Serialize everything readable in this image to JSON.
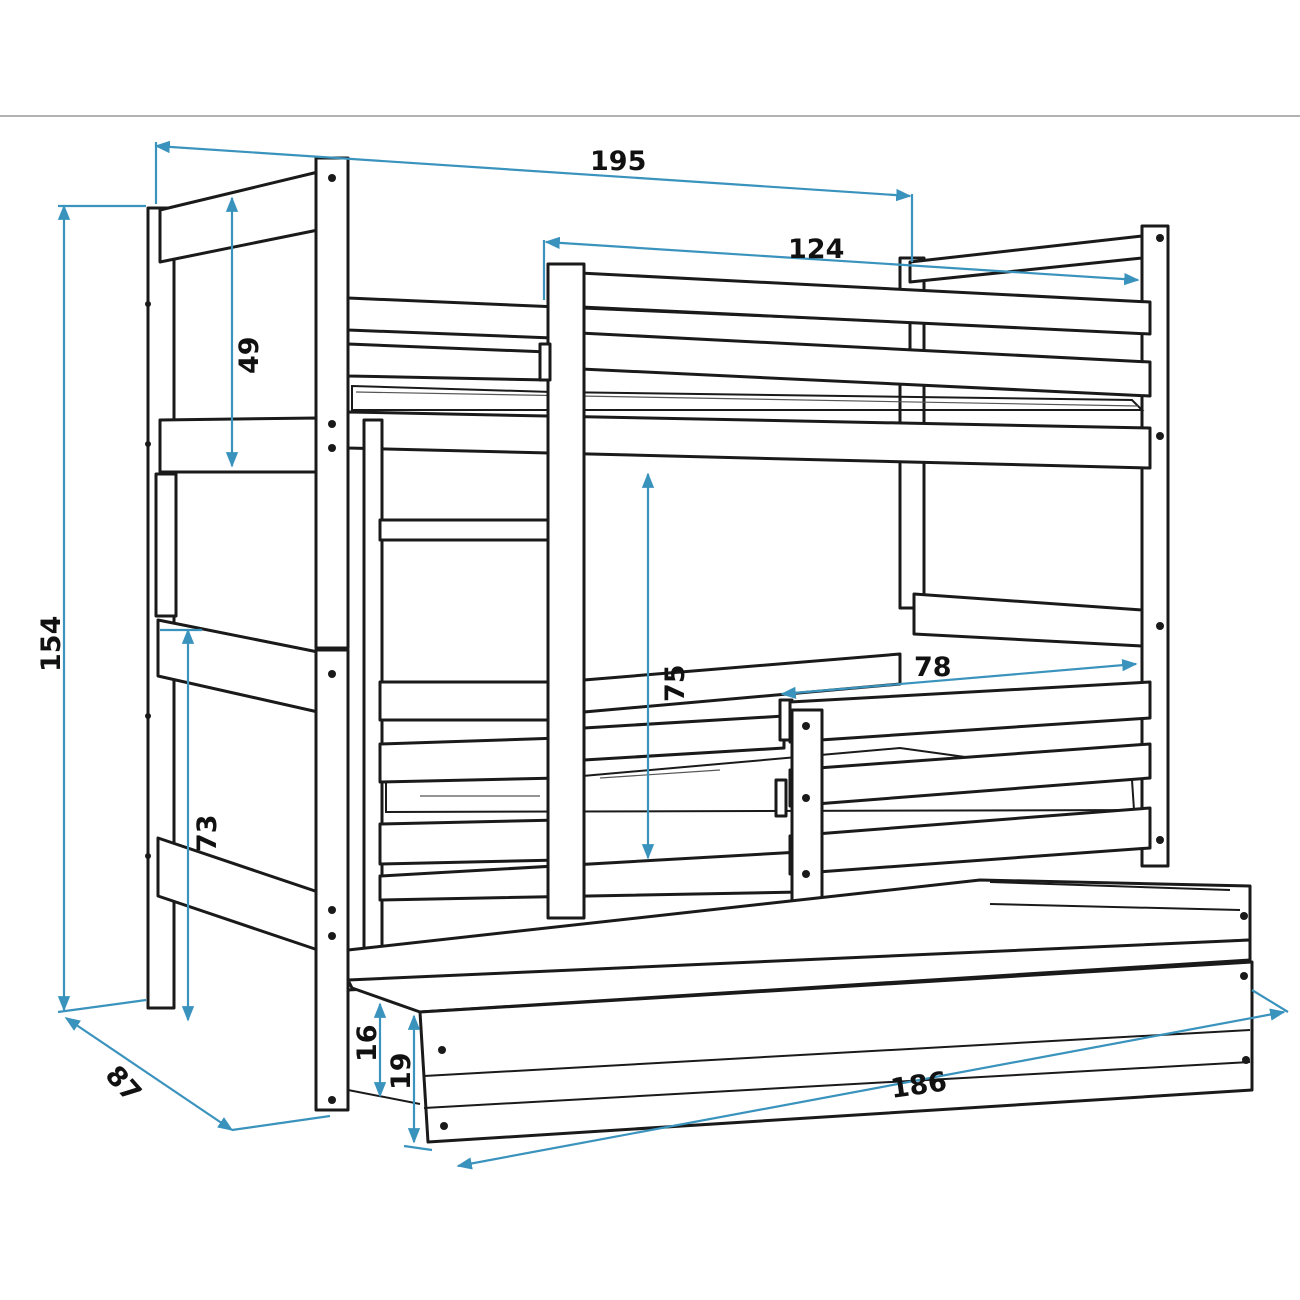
{
  "colors": {
    "line": "#1a1a1a",
    "dimension": "#3a93bd",
    "background": "#ffffff"
  },
  "dimensions": {
    "overall_length": "195",
    "rail_length": "124",
    "upper_guard_height": "49",
    "total_height": "154",
    "lower_clearance": "75",
    "lower_guard_opening": "78",
    "lower_guard_height": "73",
    "depth": "87",
    "drawer_height_inner": "16",
    "drawer_height_outer": "19",
    "drawer_length": "186"
  }
}
